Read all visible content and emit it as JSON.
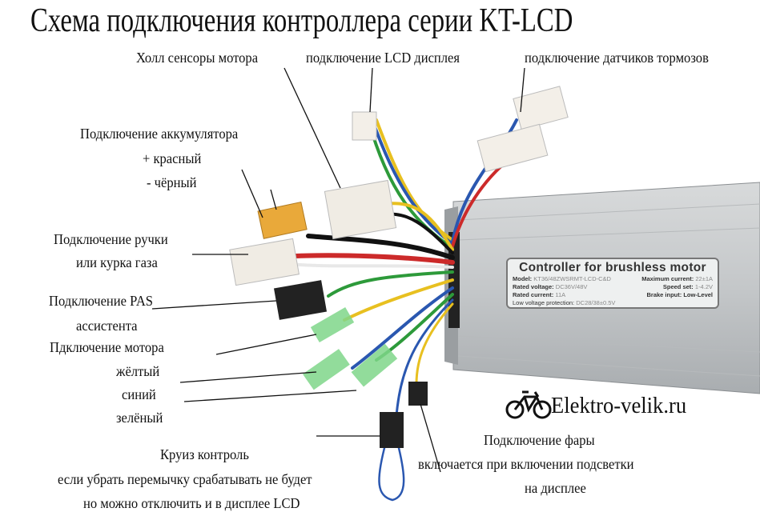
{
  "title": "Схема подключения контроллера серии KT-LCD",
  "labels": {
    "hall": "Холл сенсоры мотора",
    "lcd": "подключение LCD дисплея",
    "brakes": "подключение датчиков тормозов",
    "battery": "Подключение аккумулятора",
    "battery_red": "+ красный",
    "battery_black": "- чёрный",
    "throttle_1": "Подключение ручки",
    "throttle_2": "или курка газа",
    "pas_1": "Подключение PAS",
    "pas_2": "ассистента",
    "motor": "Пдключение мотора",
    "motor_yellow": "жёлтый",
    "motor_blue": "синий",
    "motor_green": "зелёный",
    "light_1": "Подключение фары",
    "light_2": "включается при включении подсветки",
    "light_3": "на дисплее",
    "cruise_1": "Круиз контроль",
    "cruise_2": "если убрать перемычку срабатывать не будет",
    "cruise_3": "но можно отключить и в дисплее LCD"
  },
  "brand": {
    "text": "Elektro-velik.ru",
    "icon": "bicycle-icon"
  },
  "controller_label": {
    "heading": "Controller for brushless motor",
    "model_k": "Model:",
    "model_v": "KT36/48ZWSRMT-LCD-C&D",
    "maxcur_k": "Maximum current:",
    "maxcur_v": "22±1A",
    "volt_k": "Rated voltage:",
    "volt_v": "DC36V/48V",
    "speed_k": "Speed set:",
    "speed_v": "1-4.2V",
    "cur_k": "Rated current:",
    "cur_v": "11A",
    "brake_k": "Brake input: Low-Level",
    "lvp_k": "Low voltage protection:",
    "lvp_v": "DC28/38±0.5V"
  }
}
